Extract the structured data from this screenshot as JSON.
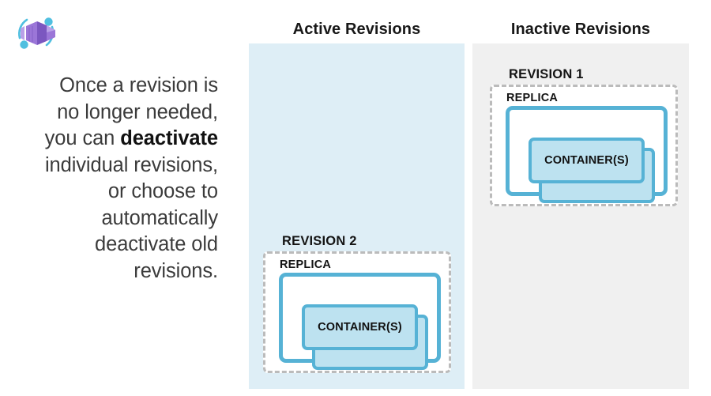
{
  "logo": {
    "name": "azure-container-apps-logo",
    "colors": {
      "cube_dark": "#8661C5",
      "cube_mid": "#9B76D8",
      "cube_light": "#B9A0E8",
      "orbit": "#50BFE0"
    }
  },
  "caption": {
    "line1": "Once a revision is",
    "line2": "no longer needed,",
    "line3_prefix": "you can ",
    "line3_bold": "deactivate",
    "line4": "individual revisions,",
    "line5": "or choose to",
    "line6": "automatically",
    "line7": "deactivate old",
    "line8": "revisions."
  },
  "columns": {
    "active": {
      "heading": "Active Revisions",
      "background": "#DEEEF6"
    },
    "inactive": {
      "heading": "Inactive Revisions",
      "background": "#F0F0F0"
    }
  },
  "revisions": [
    {
      "id": "revision-1",
      "label": "REVISION 1",
      "column": "inactive",
      "replica_label": "REPLICA",
      "container_label": "CONTAINER(S)"
    },
    {
      "id": "revision-2",
      "label": "REVISION 2",
      "column": "active",
      "replica_label": "REPLICA",
      "container_label": "CONTAINER(S)"
    }
  ],
  "palette": {
    "container_border": "#56B2D5",
    "container_fill": "#BDE2F0",
    "dashed_border": "#BBBBBB",
    "text": "#141414",
    "caption_text": "#3B3B3B"
  }
}
